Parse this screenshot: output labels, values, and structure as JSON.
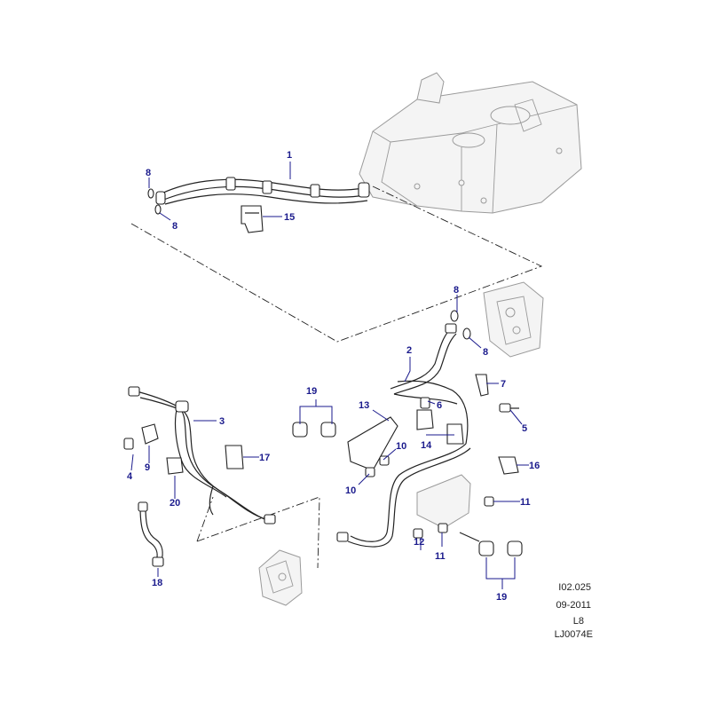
{
  "callouts": [
    {
      "id": "c1",
      "label": "1"
    },
    {
      "id": "c2",
      "label": "2"
    },
    {
      "id": "c3",
      "label": "3"
    },
    {
      "id": "c4",
      "label": "4"
    },
    {
      "id": "c5",
      "label": "5"
    },
    {
      "id": "c6",
      "label": "6"
    },
    {
      "id": "c7",
      "label": "7"
    },
    {
      "id": "c8a",
      "label": "8"
    },
    {
      "id": "c8b",
      "label": "8"
    },
    {
      "id": "c8c",
      "label": "8"
    },
    {
      "id": "c8d",
      "label": "8"
    },
    {
      "id": "c9",
      "label": "9"
    },
    {
      "id": "c10a",
      "label": "10"
    },
    {
      "id": "c10b",
      "label": "10"
    },
    {
      "id": "c11a",
      "label": "11"
    },
    {
      "id": "c11b",
      "label": "11"
    },
    {
      "id": "c12",
      "label": "12"
    },
    {
      "id": "c13",
      "label": "13"
    },
    {
      "id": "c14",
      "label": "14"
    },
    {
      "id": "c15",
      "label": "15"
    },
    {
      "id": "c16",
      "label": "16"
    },
    {
      "id": "c17",
      "label": "17"
    },
    {
      "id": "c18",
      "label": "18"
    },
    {
      "id": "c19a",
      "label": "19"
    },
    {
      "id": "c19b",
      "label": "19"
    },
    {
      "id": "c20",
      "label": "20"
    }
  ],
  "reference_block": {
    "line1": "I02.025",
    "line2": "09-2011",
    "line3": "L8",
    "line4": "LJ0074E"
  },
  "colors": {
    "callout": "#1a1a8c",
    "line_art": "#222222",
    "ghost_art": "#9a9a9a",
    "background": "#ffffff"
  }
}
